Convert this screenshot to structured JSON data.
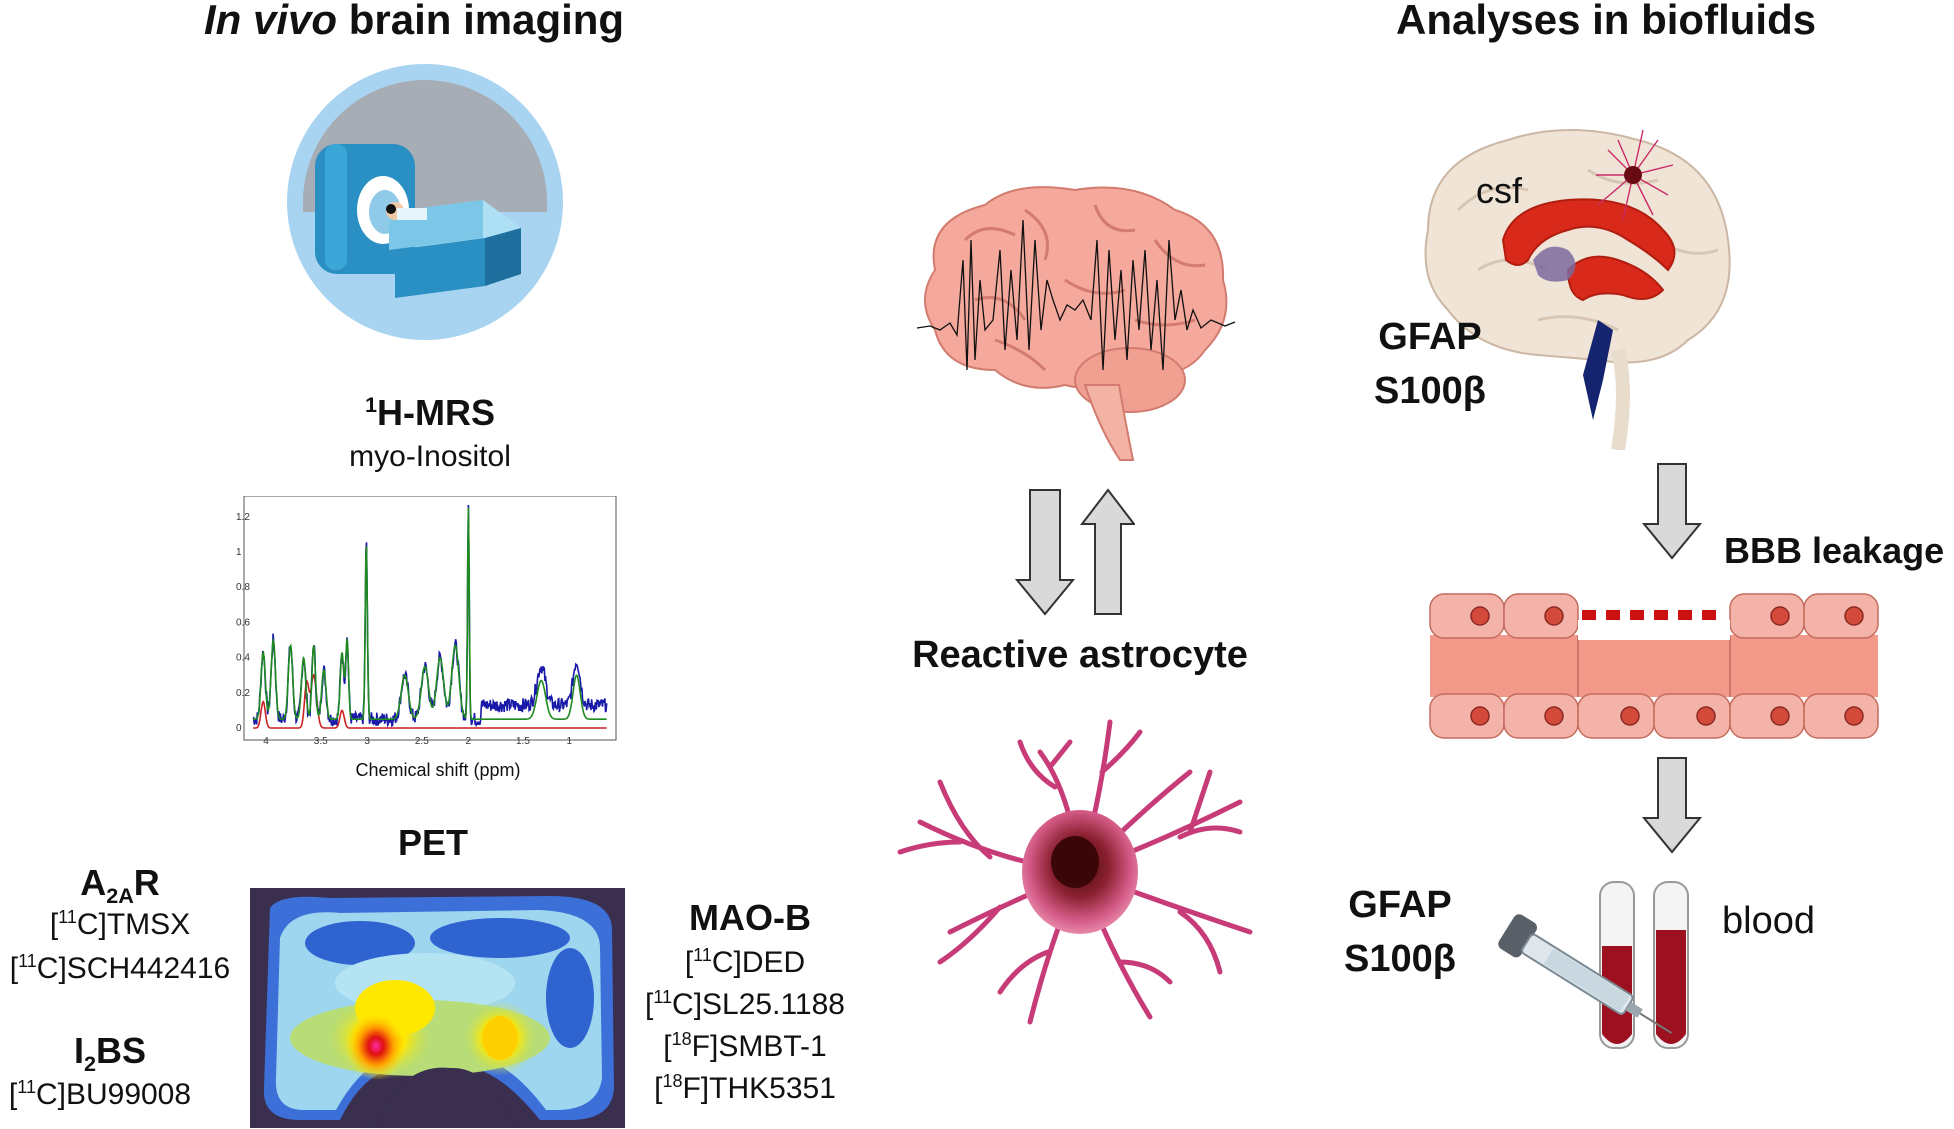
{
  "left": {
    "title_em": "In vivo",
    "title_rest": "brain imaging",
    "mrs": {
      "header_sup": "1",
      "header_main": "H-MRS",
      "subtitle": "myo-Inositol",
      "xlabel": "Chemical shift (ppm)",
      "xticks": [
        "4",
        "3.5",
        "3",
        "2.5",
        "2",
        "1.5",
        "1"
      ],
      "yticks": [
        "0",
        "0.2",
        "0.4",
        "0.6",
        "0.8",
        "1",
        "1.2"
      ]
    },
    "pet": {
      "header": "PET",
      "a2ar": {
        "main": "A",
        "sub": "2A",
        "tail": "R"
      },
      "a2ar_tracers": [
        {
          "pre": "[",
          "sup": "11",
          "post": "C]TMSX"
        },
        {
          "pre": "[",
          "sup": "11",
          "post": "C]SCH442416"
        }
      ],
      "i2bs": {
        "main": "I",
        "sub": "2",
        "tail": "BS"
      },
      "i2bs_tracers": [
        {
          "pre": "[",
          "sup": "11",
          "post": "C]BU99008"
        }
      ],
      "maob": "MAO-B",
      "maob_tracers": [
        {
          "pre": "[",
          "sup": "11",
          "post": "C]DED"
        },
        {
          "pre": "[",
          "sup": "11",
          "post": "C]SL25.1188"
        },
        {
          "pre": "[",
          "sup": "18",
          "post": "F]SMBT-1"
        },
        {
          "pre": "[",
          "sup": "18",
          "post": "F]THK5351"
        }
      ]
    }
  },
  "center": {
    "label": "Reactive astrocyte"
  },
  "right": {
    "title": "Analyses in biofluids",
    "csf": "csf",
    "csf_markers": [
      "GFAP",
      "S100β"
    ],
    "bbb": "BBB leakage",
    "blood": "blood",
    "blood_markers": [
      "GFAP",
      "S100β"
    ]
  },
  "colors": {
    "brain_pink": "#f4a99c",
    "astro_magenta": "#c73c78",
    "vessel_salmon": "#f2998a",
    "leak_red": "#cc1111",
    "blood_red": "#9c1020",
    "arrow_grey": "#d9d9d9",
    "mrs_blue": "#1a1aa8",
    "mrs_green": "#1f8a1f",
    "mrs_red": "#cc2222",
    "scanner_bg": "#a8d4f2"
  }
}
